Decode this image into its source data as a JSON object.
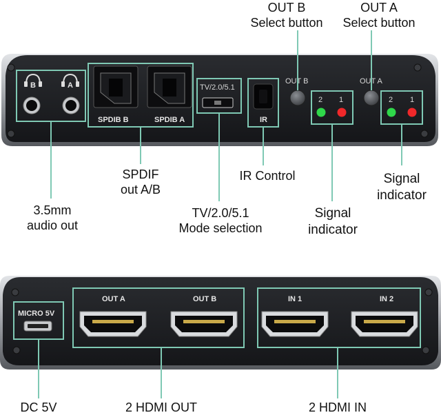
{
  "callouts": {
    "out_b_button": [
      "OUT B",
      "Select button"
    ],
    "out_a_button": [
      "OUT A",
      "Select button"
    ],
    "spdif": [
      "SPDIF",
      "out A/B"
    ],
    "ir_control": [
      "IR Control"
    ],
    "signal_indicator_right": [
      "Signal",
      "indicator"
    ],
    "audio_out": [
      "3.5mm",
      "audio out"
    ],
    "mode_selection": [
      "TV/2.0/5.1",
      "Mode selection"
    ],
    "signal_indicator_left": [
      "Signal",
      "indicator"
    ],
    "dc": [
      "DC 5V"
    ],
    "hdmi_out": [
      "2 HDMI OUT"
    ],
    "hdmi_in": [
      "2 HDMI IN"
    ]
  },
  "panel_labels": {
    "spdif_b": "SPDIB B",
    "spdif_a": "SPDIB A",
    "mode": "TV/2.0/5.1",
    "ir": "IR",
    "out_b": "OUT B",
    "out_a": "OUT A",
    "led_2": "2",
    "led_1": "1",
    "headphone_b": "B",
    "headphone_a": "A",
    "micro": "MICRO 5V",
    "hdmi_out_a": "OUT A",
    "hdmi_out_b": "OUT B",
    "hdmi_in_1": "IN 1",
    "hdmi_in_2": "IN 2"
  },
  "colors": {
    "highlight": "#7fc9b4",
    "panel": "#1c1d20",
    "bezel": "#b9bcc0",
    "led_green": "#2fd84a",
    "led_red": "#f0282a",
    "leader": "#7fc9b4"
  }
}
